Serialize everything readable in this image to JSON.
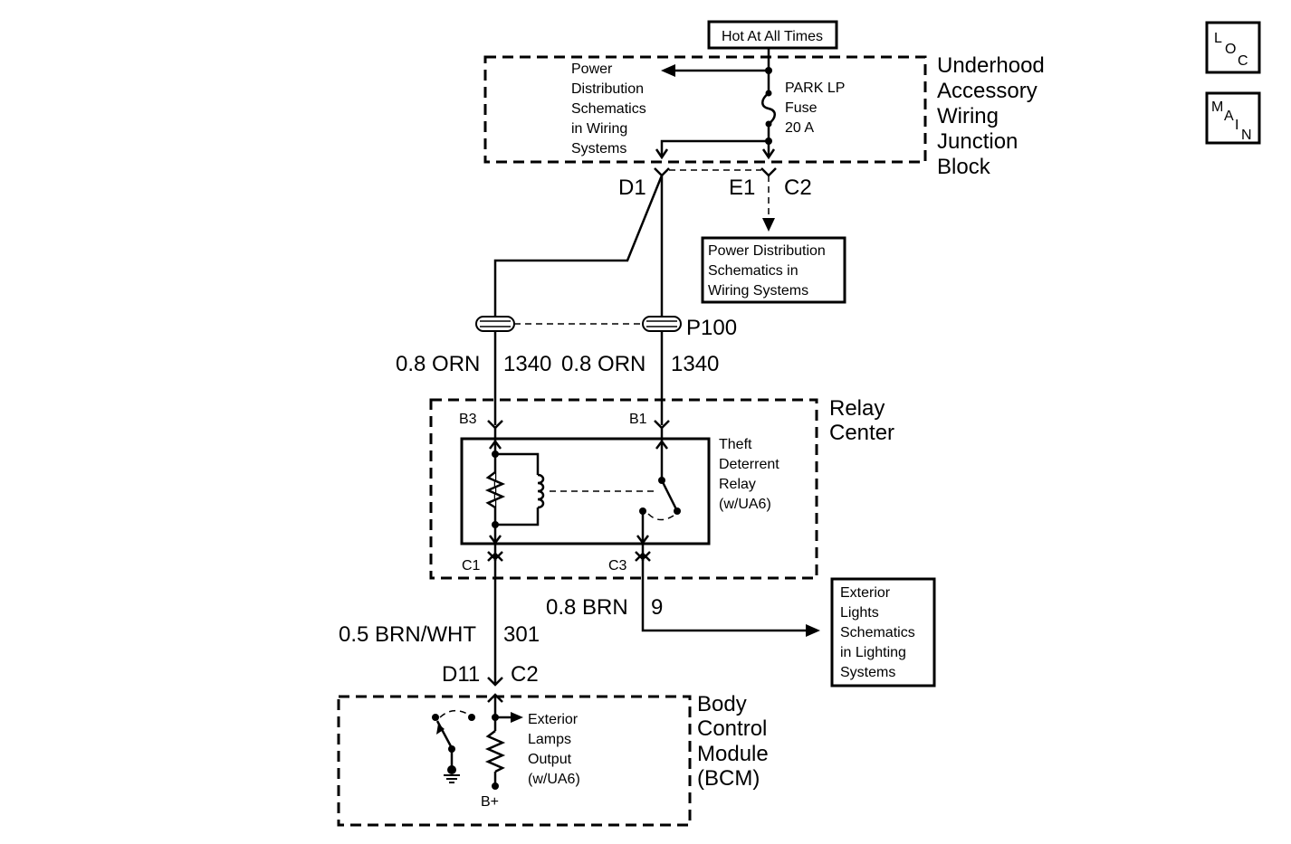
{
  "supply": {
    "label": "Hot At All Times"
  },
  "junction_block": {
    "name_lines": [
      "Underhood",
      "Accessory",
      "Wiring",
      "Junction",
      "Block"
    ],
    "power_dist_ref_lines": [
      "Power",
      "Distribution",
      "Schematics",
      "in Wiring",
      "Systems"
    ],
    "fuse_lines": [
      "PARK LP",
      "Fuse",
      "20 A"
    ],
    "connector_d1": "D1",
    "connector_e1": "E1",
    "connector_c2": "C2"
  },
  "power_dist_box": {
    "lines": [
      "Power Distribution",
      "Schematics in",
      "Wiring Systems"
    ]
  },
  "splice": {
    "label": "P100"
  },
  "wires": {
    "left_upper": {
      "gauge_color": "0.8 ORN",
      "circuit": "1340"
    },
    "right_upper": {
      "gauge_color": "0.8 ORN",
      "circuit": "1340"
    },
    "brn": {
      "gauge_color": "0.8 BRN",
      "circuit": "9"
    },
    "brn_wht": {
      "gauge_color": "0.5 BRN/WHT",
      "circuit": "301"
    }
  },
  "relay_center": {
    "name_lines": [
      "Relay",
      "Center"
    ],
    "pins": {
      "b3": "B3",
      "b1": "B1",
      "c1": "C1",
      "c3": "C3"
    },
    "relay_lines": [
      "Theft",
      "Deterrent",
      "Relay",
      "(w/UA6)"
    ]
  },
  "exterior_lights_box": {
    "lines": [
      "Exterior",
      "Lights",
      "Schematics",
      "in Lighting",
      "Systems"
    ]
  },
  "bcm": {
    "name_lines": [
      "Body",
      "Control",
      "Module",
      "(BCM)"
    ],
    "connector_d11": "D11",
    "connector_c2": "C2",
    "output_lines": [
      "Exterior",
      "Lamps",
      "Output",
      "(w/UA6)"
    ],
    "bplus": "B+"
  },
  "nav_buttons": {
    "loc": [
      "L",
      "O",
      "C"
    ],
    "main": [
      "M",
      "A",
      "I",
      "N"
    ]
  }
}
